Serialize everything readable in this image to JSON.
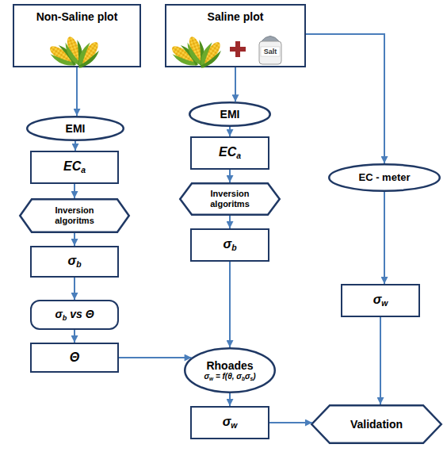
{
  "diagram": {
    "nodes": [
      {
        "text": [
          "Non-Saline plot"
        ]
      },
      {
        "text": [
          "EMI"
        ]
      },
      {
        "text": [
          "ECa"
        ]
      },
      {
        "text": [
          "Inversion algoritms"
        ]
      },
      {
        "text": [
          "σb"
        ]
      },
      {
        "text": [
          "σb vs Θ"
        ]
      },
      {
        "text": [
          "Θ"
        ]
      },
      {
        "text": [
          "Saline plot"
        ]
      },
      {
        "text": [
          "EMI"
        ]
      },
      {
        "text": [
          "ECa"
        ]
      },
      {
        "text": [
          "Inversion algoritms"
        ]
      },
      {
        "text": [
          "σb"
        ]
      },
      {
        "text": [
          "Rhoades",
          "σw = f(θ, σbσs)"
        ]
      },
      {
        "text": [
          "σw"
        ]
      },
      {
        "text": [
          "EC - meter"
        ]
      },
      {
        "text": [
          "σw"
        ]
      },
      {
        "text": [
          "Validation"
        ]
      }
    ],
    "edges": [
      {
        "from": 0,
        "to": 1,
        "arrow": "to"
      },
      {
        "from": 1,
        "to": 2,
        "arrow": "to"
      },
      {
        "from": 2,
        "to": 3,
        "arrow": "to"
      },
      {
        "from": 3,
        "to": 4,
        "arrow": "to"
      },
      {
        "from": 4,
        "to": 5,
        "arrow": "to"
      },
      {
        "from": 5,
        "to": 6,
        "arrow": "to"
      },
      {
        "from": 6,
        "to": 12,
        "arrow": "to"
      },
      {
        "from": 7,
        "to": 8,
        "arrow": "to"
      },
      {
        "from": 8,
        "to": 9,
        "arrow": "to"
      },
      {
        "from": 9,
        "to": 10,
        "arrow": "to"
      },
      {
        "from": 10,
        "to": 11,
        "arrow": "to"
      },
      {
        "from": 11,
        "to": 12,
        "arrow": "to"
      },
      {
        "from": 12,
        "to": 13,
        "arrow": "to"
      },
      {
        "from": 13,
        "to": 16,
        "arrow": "to"
      },
      {
        "from": 7,
        "to": 14,
        "arrow": "to"
      },
      {
        "from": 14,
        "to": 15,
        "arrow": "to"
      },
      {
        "from": 15,
        "to": 16,
        "arrow": "to"
      }
    ],
    "labels": [
      "Salt"
    ]
  }
}
